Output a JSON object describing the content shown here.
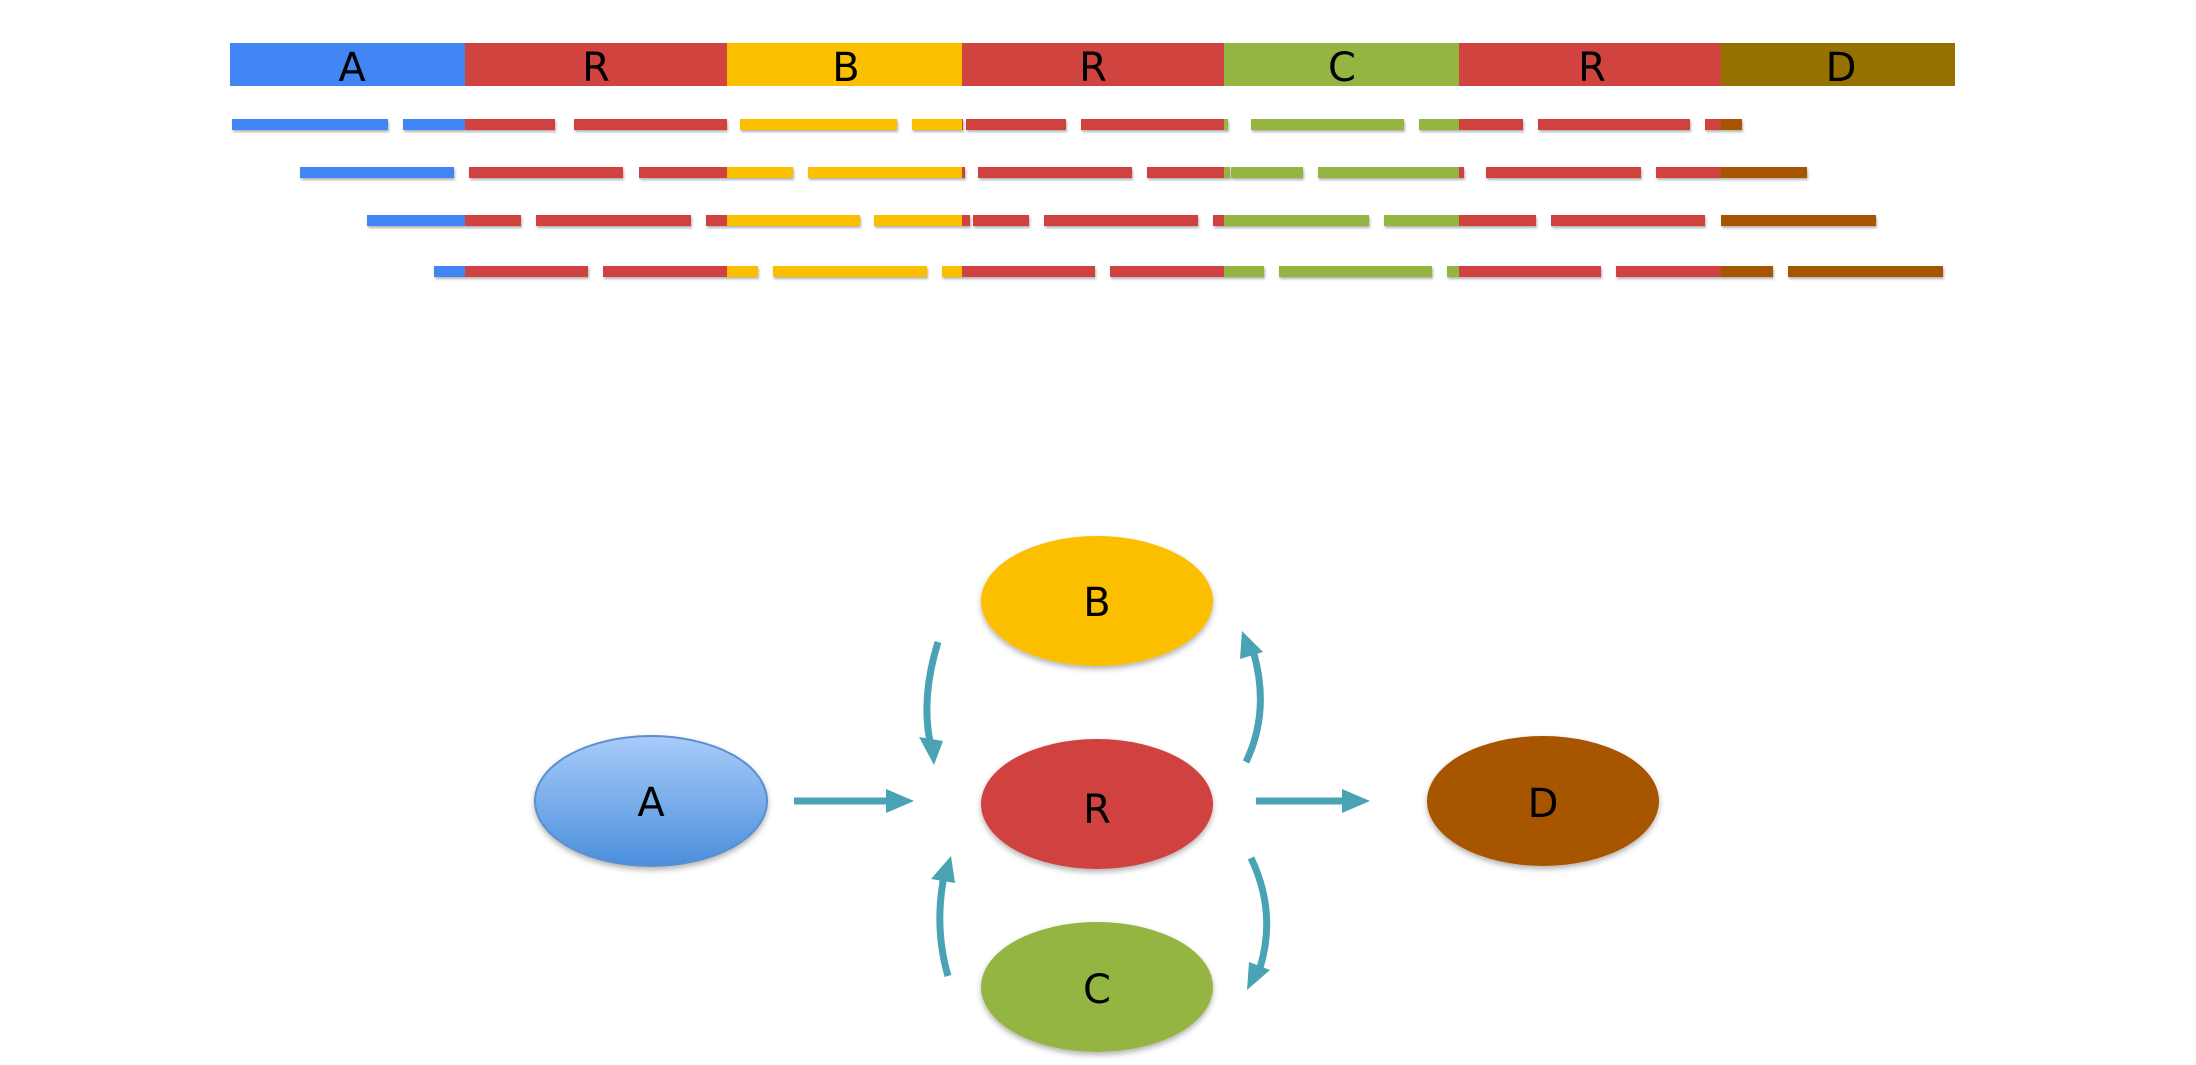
{
  "colors": {
    "A": "#4285f4",
    "R": "#d0433f",
    "B": "#fcbf00",
    "C": "#95b543",
    "D": "#967100",
    "D_read": "#a85400",
    "arrow": "#4aa3b4"
  },
  "reference": {
    "segments": [
      {
        "label": "A",
        "key": "A"
      },
      {
        "label": "R",
        "key": "R"
      },
      {
        "label": "B",
        "key": "B"
      },
      {
        "label": "R",
        "key": "R"
      },
      {
        "label": "C",
        "key": "C"
      },
      {
        "label": "R",
        "key": "R"
      },
      {
        "label": "D",
        "key": "D"
      }
    ]
  },
  "nodes": {
    "A": {
      "label": "A"
    },
    "B": {
      "label": "B"
    },
    "R": {
      "label": "R"
    },
    "C": {
      "label": "C"
    },
    "D": {
      "label": "D"
    }
  }
}
